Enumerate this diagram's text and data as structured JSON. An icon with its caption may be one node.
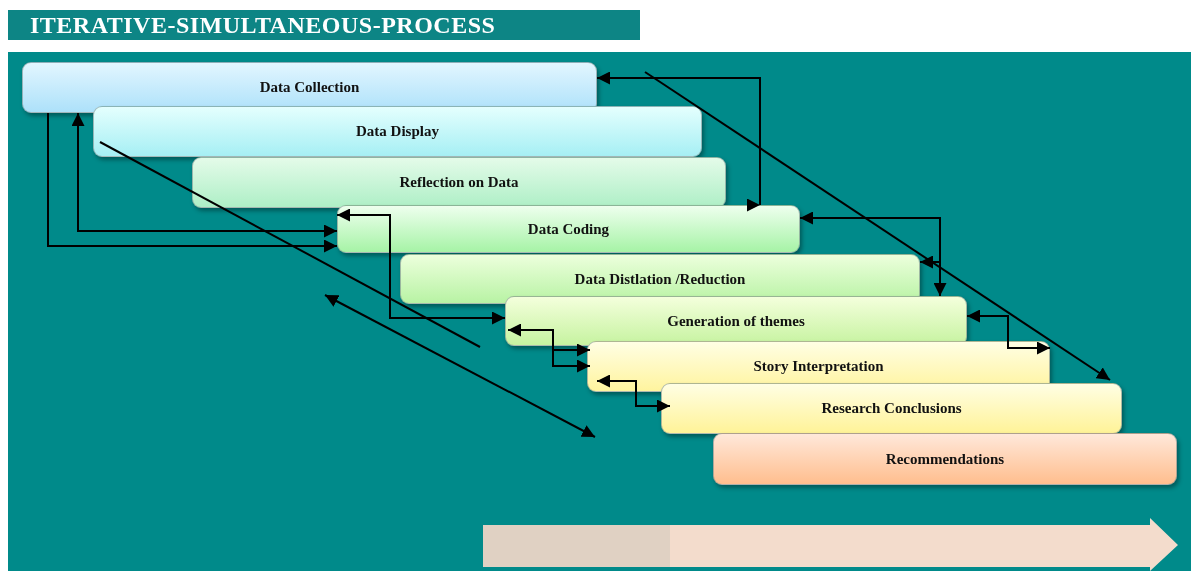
{
  "diagram": {
    "title": "ITERATIVE-SIMULTANEOUS-PROCESS",
    "nodes": [
      {
        "text": [
          "Data Collection"
        ]
      },
      {
        "text": [
          "Data Display"
        ]
      },
      {
        "text": [
          "Reflection on Data"
        ]
      },
      {
        "text": [
          "Data Coding"
        ]
      },
      {
        "text": [
          "Data Distlation /Reduction"
        ]
      },
      {
        "text": [
          "Generation of themes"
        ]
      },
      {
        "text": [
          "Story Interpretation"
        ]
      },
      {
        "text": [
          "Research Conclusions"
        ]
      },
      {
        "text": [
          "Recommendations"
        ]
      }
    ],
    "edges": [
      {
        "from": 0,
        "to": 3,
        "arrow": "to"
      },
      {
        "from": 0,
        "to": 3,
        "arrow": "both"
      },
      {
        "from": 1,
        "to": null,
        "arrow": "none"
      },
      {
        "from": 3,
        "to": 5,
        "arrow": "both"
      },
      {
        "from": 0,
        "to": 3,
        "arrow": "both"
      },
      {
        "from": 3,
        "to": 5,
        "arrow": "both"
      },
      {
        "from": 3,
        "to": 4,
        "arrow": "to"
      },
      {
        "from": null,
        "to": 7,
        "arrow": "to"
      },
      {
        "from": 5,
        "to": 6,
        "arrow": "both"
      },
      {
        "from": 5,
        "to": 6,
        "arrow": "both"
      },
      {
        "from": 5,
        "to": 6,
        "arrow": "to"
      },
      {
        "from": 6,
        "to": 7,
        "arrow": "both"
      }
    ]
  }
}
